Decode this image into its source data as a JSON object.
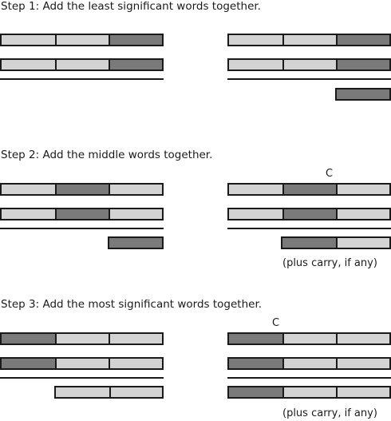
{
  "steps": [
    {
      "title": "Step 1: Add the least significant words together."
    },
    {
      "title": "Step 2: Add the middle words together.",
      "carry_label": "C",
      "note": "(plus carry, if any)"
    },
    {
      "title": "Step 3: Add the most significant words together.",
      "carry_label": "C",
      "note": "(plus carry, if any)"
    }
  ],
  "colors": {
    "light_word": "#d3d3d3",
    "dark_word": "#7a7a7a",
    "outline": "#1a1a1a"
  }
}
